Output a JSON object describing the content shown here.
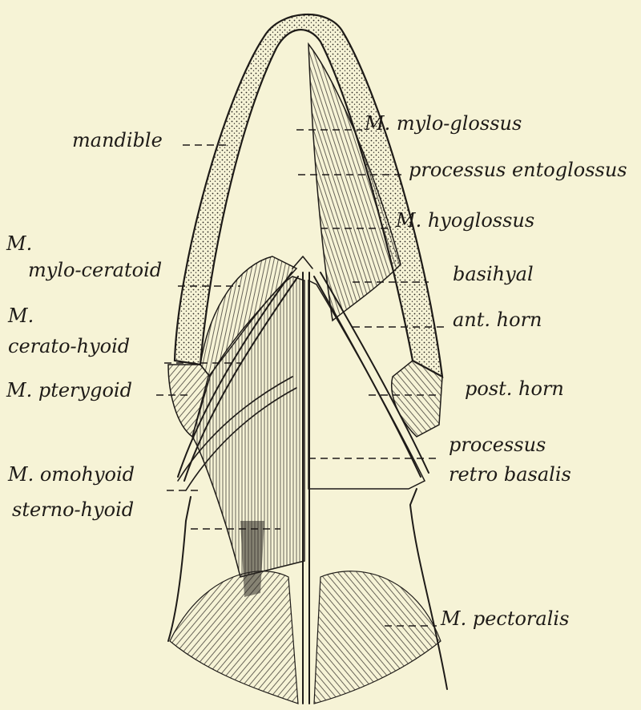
{
  "labels": {
    "mandible": "mandible",
    "mylo_glossus": "M. mylo-glossus",
    "processus_entoglossus": "processus entoglossus",
    "hyoglossus": "M. hyoglossus",
    "mylo_ceratoid_1": "M.",
    "mylo_ceratoid_2": "mylo-ceratoid",
    "basihyal": "basihyal",
    "cerato_hyoid_1": "M.",
    "cerato_hyoid_2": "cerato-hyoid",
    "ant_horn": "ant. horn",
    "pterygoid": "M. pterygoid",
    "post_horn": "post. horn",
    "processus_retro_1": "processus",
    "processus_retro_2": "retro basalis",
    "omohyoid": "M. omohyoid",
    "sternohyoid": "sterno-hyoid",
    "pectoralis": "M. pectoralis"
  },
  "colors": {
    "paper": "#f6f3d6",
    "ink": "#1e1b18"
  }
}
